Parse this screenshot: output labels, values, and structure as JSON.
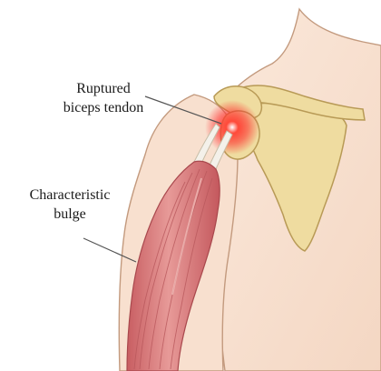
{
  "annotations": {
    "ruptured_tendon": {
      "line1": "Ruptured",
      "line2": "biceps tendon"
    },
    "bulge": {
      "line1": "Characteristic",
      "line2": "bulge"
    }
  },
  "colors": {
    "skin": "#f9e3d3",
    "skin_outline": "#c39a7e",
    "bone": "#efdca0",
    "bone_outline": "#b89a56",
    "muscle": "#d97e80",
    "muscle_stripe": "#b9585c",
    "tendon": "#f4f1ea",
    "rupture_glow": "#ff2a2a",
    "leader_line": "#555555"
  },
  "icons": [
    "shoulder-anatomy-illustration"
  ]
}
